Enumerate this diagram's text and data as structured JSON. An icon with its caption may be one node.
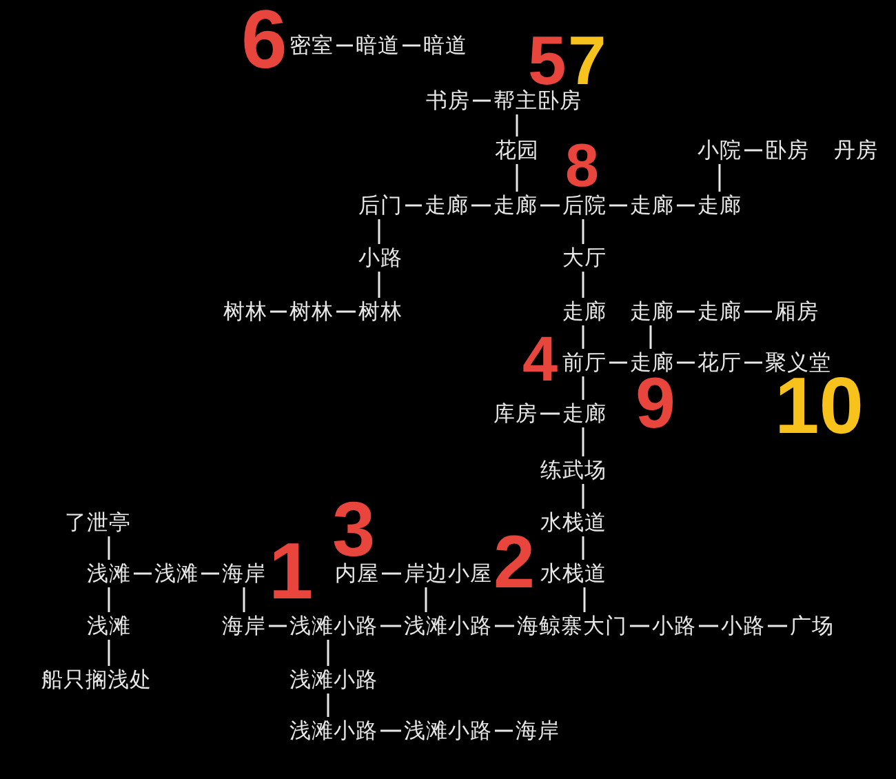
{
  "diagram": {
    "nodes": [
      {
        "text": [
          "密室"
        ]
      },
      {
        "text": [
          "暗道"
        ]
      },
      {
        "text": [
          "暗道"
        ]
      },
      {
        "text": [
          "书房"
        ]
      },
      {
        "text": [
          "帮主卧房"
        ]
      },
      {
        "text": [
          "花园"
        ]
      },
      {
        "text": [
          "小院"
        ]
      },
      {
        "text": [
          "卧房"
        ]
      },
      {
        "text": [
          "丹房"
        ]
      },
      {
        "text": [
          "后门"
        ]
      },
      {
        "text": [
          "走廊"
        ]
      },
      {
        "text": [
          "走廊"
        ]
      },
      {
        "text": [
          "后院"
        ]
      },
      {
        "text": [
          "走廊"
        ]
      },
      {
        "text": [
          "走廊"
        ]
      },
      {
        "text": [
          "小路"
        ]
      },
      {
        "text": [
          "大厅"
        ]
      },
      {
        "text": [
          "树林"
        ]
      },
      {
        "text": [
          "树林"
        ]
      },
      {
        "text": [
          "树林"
        ]
      },
      {
        "text": [
          "走廊"
        ]
      },
      {
        "text": [
          "走廊"
        ]
      },
      {
        "text": [
          "走廊"
        ]
      },
      {
        "text": [
          "厢房"
        ]
      },
      {
        "text": [
          "前厅"
        ]
      },
      {
        "text": [
          "走廊"
        ]
      },
      {
        "text": [
          "花厅"
        ]
      },
      {
        "text": [
          "聚义堂"
        ]
      },
      {
        "text": [
          "库房"
        ]
      },
      {
        "text": [
          "走廊"
        ]
      },
      {
        "text": [
          "练武场"
        ]
      },
      {
        "text": [
          "了泄亭"
        ]
      },
      {
        "text": [
          "水栈道"
        ]
      },
      {
        "text": [
          "浅滩"
        ]
      },
      {
        "text": [
          "浅滩"
        ]
      },
      {
        "text": [
          "海岸"
        ]
      },
      {
        "text": [
          "内屋"
        ]
      },
      {
        "text": [
          "岸边小屋"
        ]
      },
      {
        "text": [
          "水栈道"
        ]
      },
      {
        "text": [
          "浅滩"
        ]
      },
      {
        "text": [
          "海岸"
        ]
      },
      {
        "text": [
          "浅滩小路"
        ]
      },
      {
        "text": [
          "浅滩小路"
        ]
      },
      {
        "text": [
          "海鲸寨大门"
        ]
      },
      {
        "text": [
          "小路"
        ]
      },
      {
        "text": [
          "小路"
        ]
      },
      {
        "text": [
          "广场"
        ]
      },
      {
        "text": [
          "船只搁浅处"
        ]
      },
      {
        "text": [
          "浅滩小路"
        ]
      },
      {
        "text": [
          "浅滩小路"
        ]
      },
      {
        "text": [
          "浅滩小路"
        ]
      },
      {
        "text": [
          "海岸"
        ]
      }
    ],
    "edges": [
      {
        "from": 0,
        "to": 1,
        "arrow": "none"
      },
      {
        "from": 1,
        "to": 2,
        "arrow": "none"
      },
      {
        "from": 3,
        "to": 4,
        "arrow": "none"
      },
      {
        "from": 4,
        "to": 5,
        "arrow": "none"
      },
      {
        "from": 6,
        "to": 7,
        "arrow": "none"
      },
      {
        "from": 5,
        "to": 11,
        "arrow": "none"
      },
      {
        "from": 6,
        "to": 14,
        "arrow": "none"
      },
      {
        "from": 9,
        "to": 10,
        "arrow": "none"
      },
      {
        "from": 10,
        "to": 11,
        "arrow": "none"
      },
      {
        "from": 11,
        "to": 12,
        "arrow": "none"
      },
      {
        "from": 12,
        "to": 13,
        "arrow": "none"
      },
      {
        "from": 13,
        "to": 14,
        "arrow": "none"
      },
      {
        "from": 9,
        "to": 15,
        "arrow": "none"
      },
      {
        "from": 12,
        "to": 16,
        "arrow": "none"
      },
      {
        "from": 15,
        "to": 19,
        "arrow": "none"
      },
      {
        "from": 16,
        "to": 20,
        "arrow": "none"
      },
      {
        "from": 17,
        "to": 18,
        "arrow": "none"
      },
      {
        "from": 18,
        "to": 19,
        "arrow": "none"
      },
      {
        "from": 21,
        "to": 22,
        "arrow": "none"
      },
      {
        "from": 22,
        "to": 23,
        "arrow": "none"
      },
      {
        "from": 20,
        "to": 24,
        "arrow": "none"
      },
      {
        "from": 21,
        "to": 25,
        "arrow": "none"
      },
      {
        "from": 24,
        "to": 25,
        "arrow": "none"
      },
      {
        "from": 25,
        "to": 26,
        "arrow": "none"
      },
      {
        "from": 26,
        "to": 27,
        "arrow": "none"
      },
      {
        "from": 24,
        "to": 29,
        "arrow": "none"
      },
      {
        "from": 28,
        "to": 29,
        "arrow": "none"
      },
      {
        "from": 29,
        "to": 30,
        "arrow": "none"
      },
      {
        "from": 31,
        "to": 33,
        "arrow": "none"
      },
      {
        "from": 30,
        "to": 32,
        "arrow": "none"
      },
      {
        "from": 33,
        "to": 34,
        "arrow": "none"
      },
      {
        "from": 34,
        "to": 35,
        "arrow": "none"
      },
      {
        "from": 36,
        "to": 37,
        "arrow": "none"
      },
      {
        "from": 32,
        "to": 38,
        "arrow": "none"
      },
      {
        "from": 33,
        "to": 39,
        "arrow": "none"
      },
      {
        "from": 35,
        "to": 40,
        "arrow": "none"
      },
      {
        "from": 37,
        "to": 42,
        "arrow": "none"
      },
      {
        "from": 38,
        "to": 43,
        "arrow": "none"
      },
      {
        "from": 40,
        "to": 41,
        "arrow": "none"
      },
      {
        "from": 41,
        "to": 42,
        "arrow": "none"
      },
      {
        "from": 42,
        "to": 43,
        "arrow": "none"
      },
      {
        "from": 43,
        "to": 44,
        "arrow": "none"
      },
      {
        "from": 44,
        "to": 45,
        "arrow": "none"
      },
      {
        "from": 45,
        "to": 46,
        "arrow": "none"
      },
      {
        "from": 39,
        "to": 47,
        "arrow": "none"
      },
      {
        "from": 41,
        "to": 48,
        "arrow": "none"
      },
      {
        "from": 48,
        "to": 49,
        "arrow": "none"
      },
      {
        "from": 49,
        "to": 50,
        "arrow": "none"
      },
      {
        "from": 50,
        "to": 51,
        "arrow": "none"
      }
    ],
    "labels": [
      "6",
      "5",
      "7",
      "8",
      "4",
      "9",
      "10",
      "1",
      "3",
      "2"
    ]
  }
}
